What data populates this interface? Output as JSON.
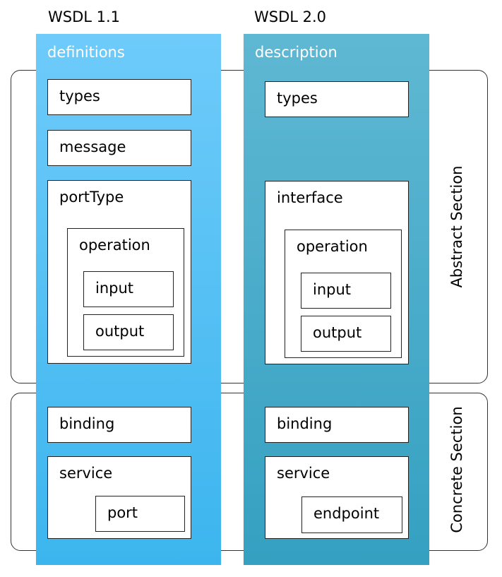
{
  "versions": {
    "v11": {
      "title": "WSDL 1.1",
      "root": "definitions",
      "types": "types",
      "message": "message",
      "portType": "portType",
      "operation": "operation",
      "input": "input",
      "output": "output",
      "binding": "binding",
      "service": "service",
      "port": "port"
    },
    "v20": {
      "title": "WSDL 2.0",
      "root": "description",
      "types": "types",
      "interface": "interface",
      "operation": "operation",
      "input": "input",
      "output": "output",
      "binding": "binding",
      "service": "service",
      "endpoint": "endpoint"
    }
  },
  "sections": {
    "abstract": "Abstract Section",
    "concrete": "Concrete Section"
  },
  "colors": {
    "column_v11": "#4fc0f5",
    "column_v20": "#45a9c9",
    "box_border": "#222222",
    "frame_border": "#333333"
  }
}
